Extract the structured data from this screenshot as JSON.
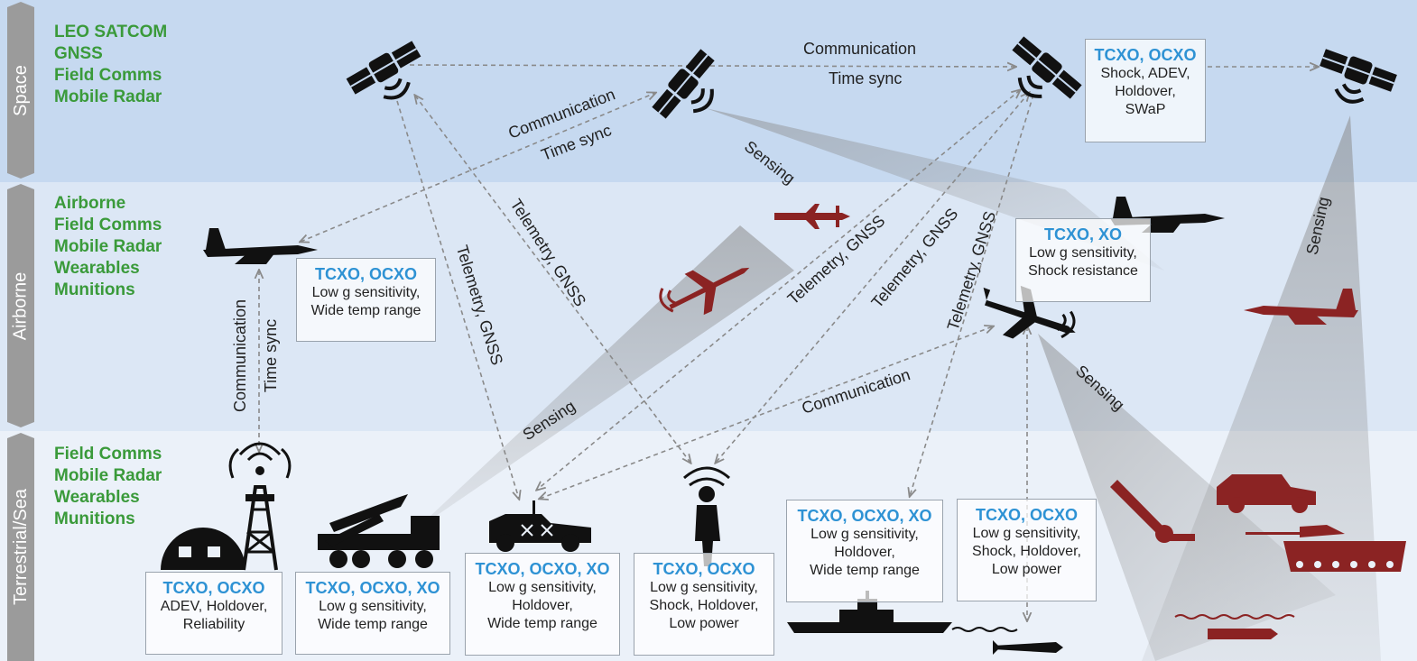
{
  "tiers": {
    "space": "Space",
    "airborne": "Airborne",
    "terrestrial": "Terrestrial/Sea"
  },
  "applications": {
    "space": [
      "LEO SATCOM",
      "GNSS",
      "Field Comms",
      "Mobile Radar"
    ],
    "airborne": [
      "Airborne",
      "Field Comms",
      "Mobile Radar",
      "Wearables",
      "Munitions"
    ],
    "terrestrial": [
      "Field Comms",
      "Mobile Radar",
      "Wearables",
      "Munitions"
    ]
  },
  "boxes": {
    "satellite": {
      "types": "TCXO, OCXO",
      "specs": [
        "Shock, ADEV,",
        "Holdover,",
        "SWaP"
      ]
    },
    "fighter": {
      "types": "TCXO, OCXO",
      "specs": [
        "Low g sensitivity,",
        "Wide temp range"
      ]
    },
    "drone": {
      "types": "TCXO, XO",
      "specs": [
        "Low g sensitivity,",
        "Shock resistance"
      ]
    },
    "base": {
      "types": "TCXO, OCXO",
      "specs": [
        "ADEV,  Holdover,",
        "Reliability"
      ]
    },
    "launcher": {
      "types": "TCXO, OCXO, XO",
      "specs": [
        "Low g sensitivity,",
        "Wide temp range"
      ]
    },
    "vehicle": {
      "types": "TCXO, OCXO, XO",
      "specs": [
        "Low g sensitivity,",
        "Holdover,",
        "Wide temp range"
      ]
    },
    "soldier": {
      "types": "TCXO, OCXO",
      "specs": [
        "Low g sensitivity,",
        "Shock, Holdover,",
        "Low power"
      ]
    },
    "ship": {
      "types": "TCXO, OCXO, XO",
      "specs": [
        "Low g sensitivity,",
        "Holdover,",
        "Wide temp range"
      ]
    },
    "torpedo": {
      "types": "TCXO, OCXO",
      "specs": [
        "Low g sensitivity,",
        "Shock, Holdover,",
        "Low power"
      ]
    }
  },
  "links": {
    "sat_comm": "Communication",
    "sat_sync": "Time sync",
    "diag_comm": "Communication",
    "diag_sync": "Time sync",
    "sensing_sat": "Sensing",
    "telemetry_1": "Telemetry, GNSS",
    "telemetry_2": "Telemetry, GNSS",
    "telemetry_3": "Telemetry, GNSS",
    "telemetry_4": "Telemetry, GNSS",
    "telemetry_5": "Telemetry, GNSS",
    "sensing_right": "Sensing",
    "fighter_comm": "Communication",
    "fighter_sync": "Time sync",
    "sensing_launcher": "Sensing",
    "ground_comm": "Communication",
    "sensing_drone": "Sensing"
  },
  "colors": {
    "space_band": "#c6d9f0",
    "air_band": "#dce7f5",
    "ground_band": "#ebf1f9",
    "tier_label": "#9b9b9b",
    "application_green": "#3a9a3a",
    "oscillator_blue": "#2e92d4",
    "threat_red": "#8b2323",
    "friendly": "#111111"
  }
}
